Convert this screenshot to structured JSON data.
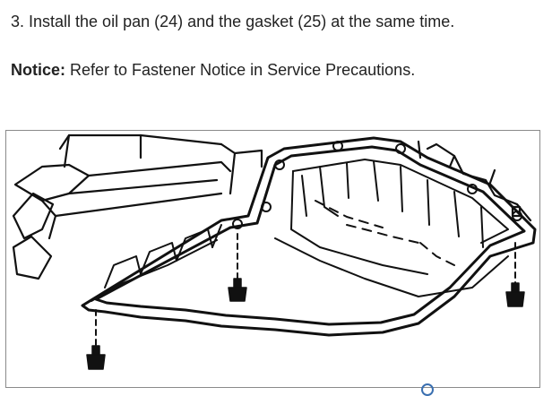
{
  "step": {
    "text": "3. Install the oil pan (24) and the gasket (25) at the same time."
  },
  "notice": {
    "label": "Notice:",
    "text": " Refer to Fastener Notice in Service Precautions."
  },
  "figure": {
    "icon": "oil-pan-installation-line-drawing",
    "line_color": "#111111",
    "frame_color": "#8a8a8a"
  }
}
